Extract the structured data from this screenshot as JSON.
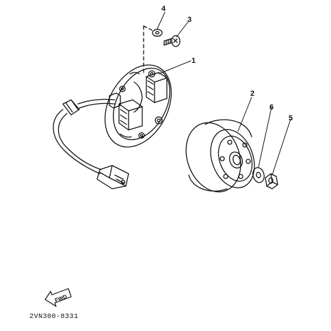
{
  "diagram": {
    "callouts": [
      {
        "id": "4",
        "label": "4"
      },
      {
        "id": "3",
        "label": "3"
      },
      {
        "id": "1",
        "label": "1"
      },
      {
        "id": "2",
        "label": "2"
      },
      {
        "id": "6",
        "label": "6"
      },
      {
        "id": "5",
        "label": "5"
      }
    ],
    "fwd_label": "FWD",
    "drawing_code": "2VN300-8331",
    "colors": {
      "ink": "#111111",
      "background": "#ffffff"
    }
  }
}
